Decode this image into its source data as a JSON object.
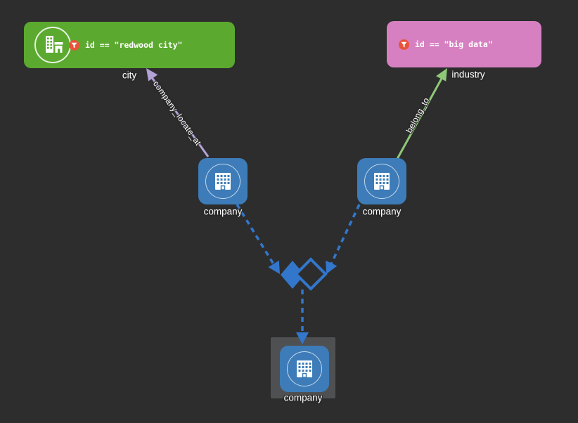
{
  "canvas": {
    "background_color": "#2d2d2d",
    "type": "visual-graph-query-builder"
  },
  "filter_nodes": {
    "city": {
      "tag_label": "city",
      "filter_expression": "id == \"redwood city\"",
      "color": "#5ba92f",
      "icon": "city-buildings-icon",
      "badge_icon": "filter-funnel-icon",
      "badge_color": "#e8543a"
    },
    "industry": {
      "tag_label": "industry",
      "filter_expression": "id == \"big data\"",
      "color": "#d680c1",
      "badge_icon": "filter-funnel-icon",
      "badge_color": "#e8543a"
    }
  },
  "vertex_nodes": {
    "company_left": {
      "label": "company",
      "color": "#3d7cb8",
      "icon": "company-building-icon"
    },
    "company_right": {
      "label": "company",
      "color": "#3d7cb8",
      "icon": "company-building-icon"
    },
    "company_result": {
      "label": "company",
      "color": "#3d7cb8",
      "icon": "company-building-icon",
      "selected": true,
      "selection_color": "#4f5052"
    }
  },
  "operator": {
    "type": "intersect",
    "icon": "intersect-diamonds-icon",
    "color": "#3377cc"
  },
  "edges": {
    "company_locate_at": {
      "label": "company_locate_at",
      "color": "#b3a1d6",
      "style": "solid",
      "from": "company_left",
      "to": "city"
    },
    "belong_to": {
      "label": "belong_to",
      "color": "#8fc878",
      "style": "solid",
      "from": "company_right",
      "to": "industry"
    },
    "flow_left": {
      "color": "#3377cc",
      "style": "dashed",
      "from": "company_left",
      "to": "intersect"
    },
    "flow_right": {
      "color": "#3377cc",
      "style": "dashed",
      "from": "company_right",
      "to": "intersect"
    },
    "flow_down": {
      "color": "#3377cc",
      "style": "dashed",
      "from": "intersect",
      "to": "company_result"
    }
  }
}
